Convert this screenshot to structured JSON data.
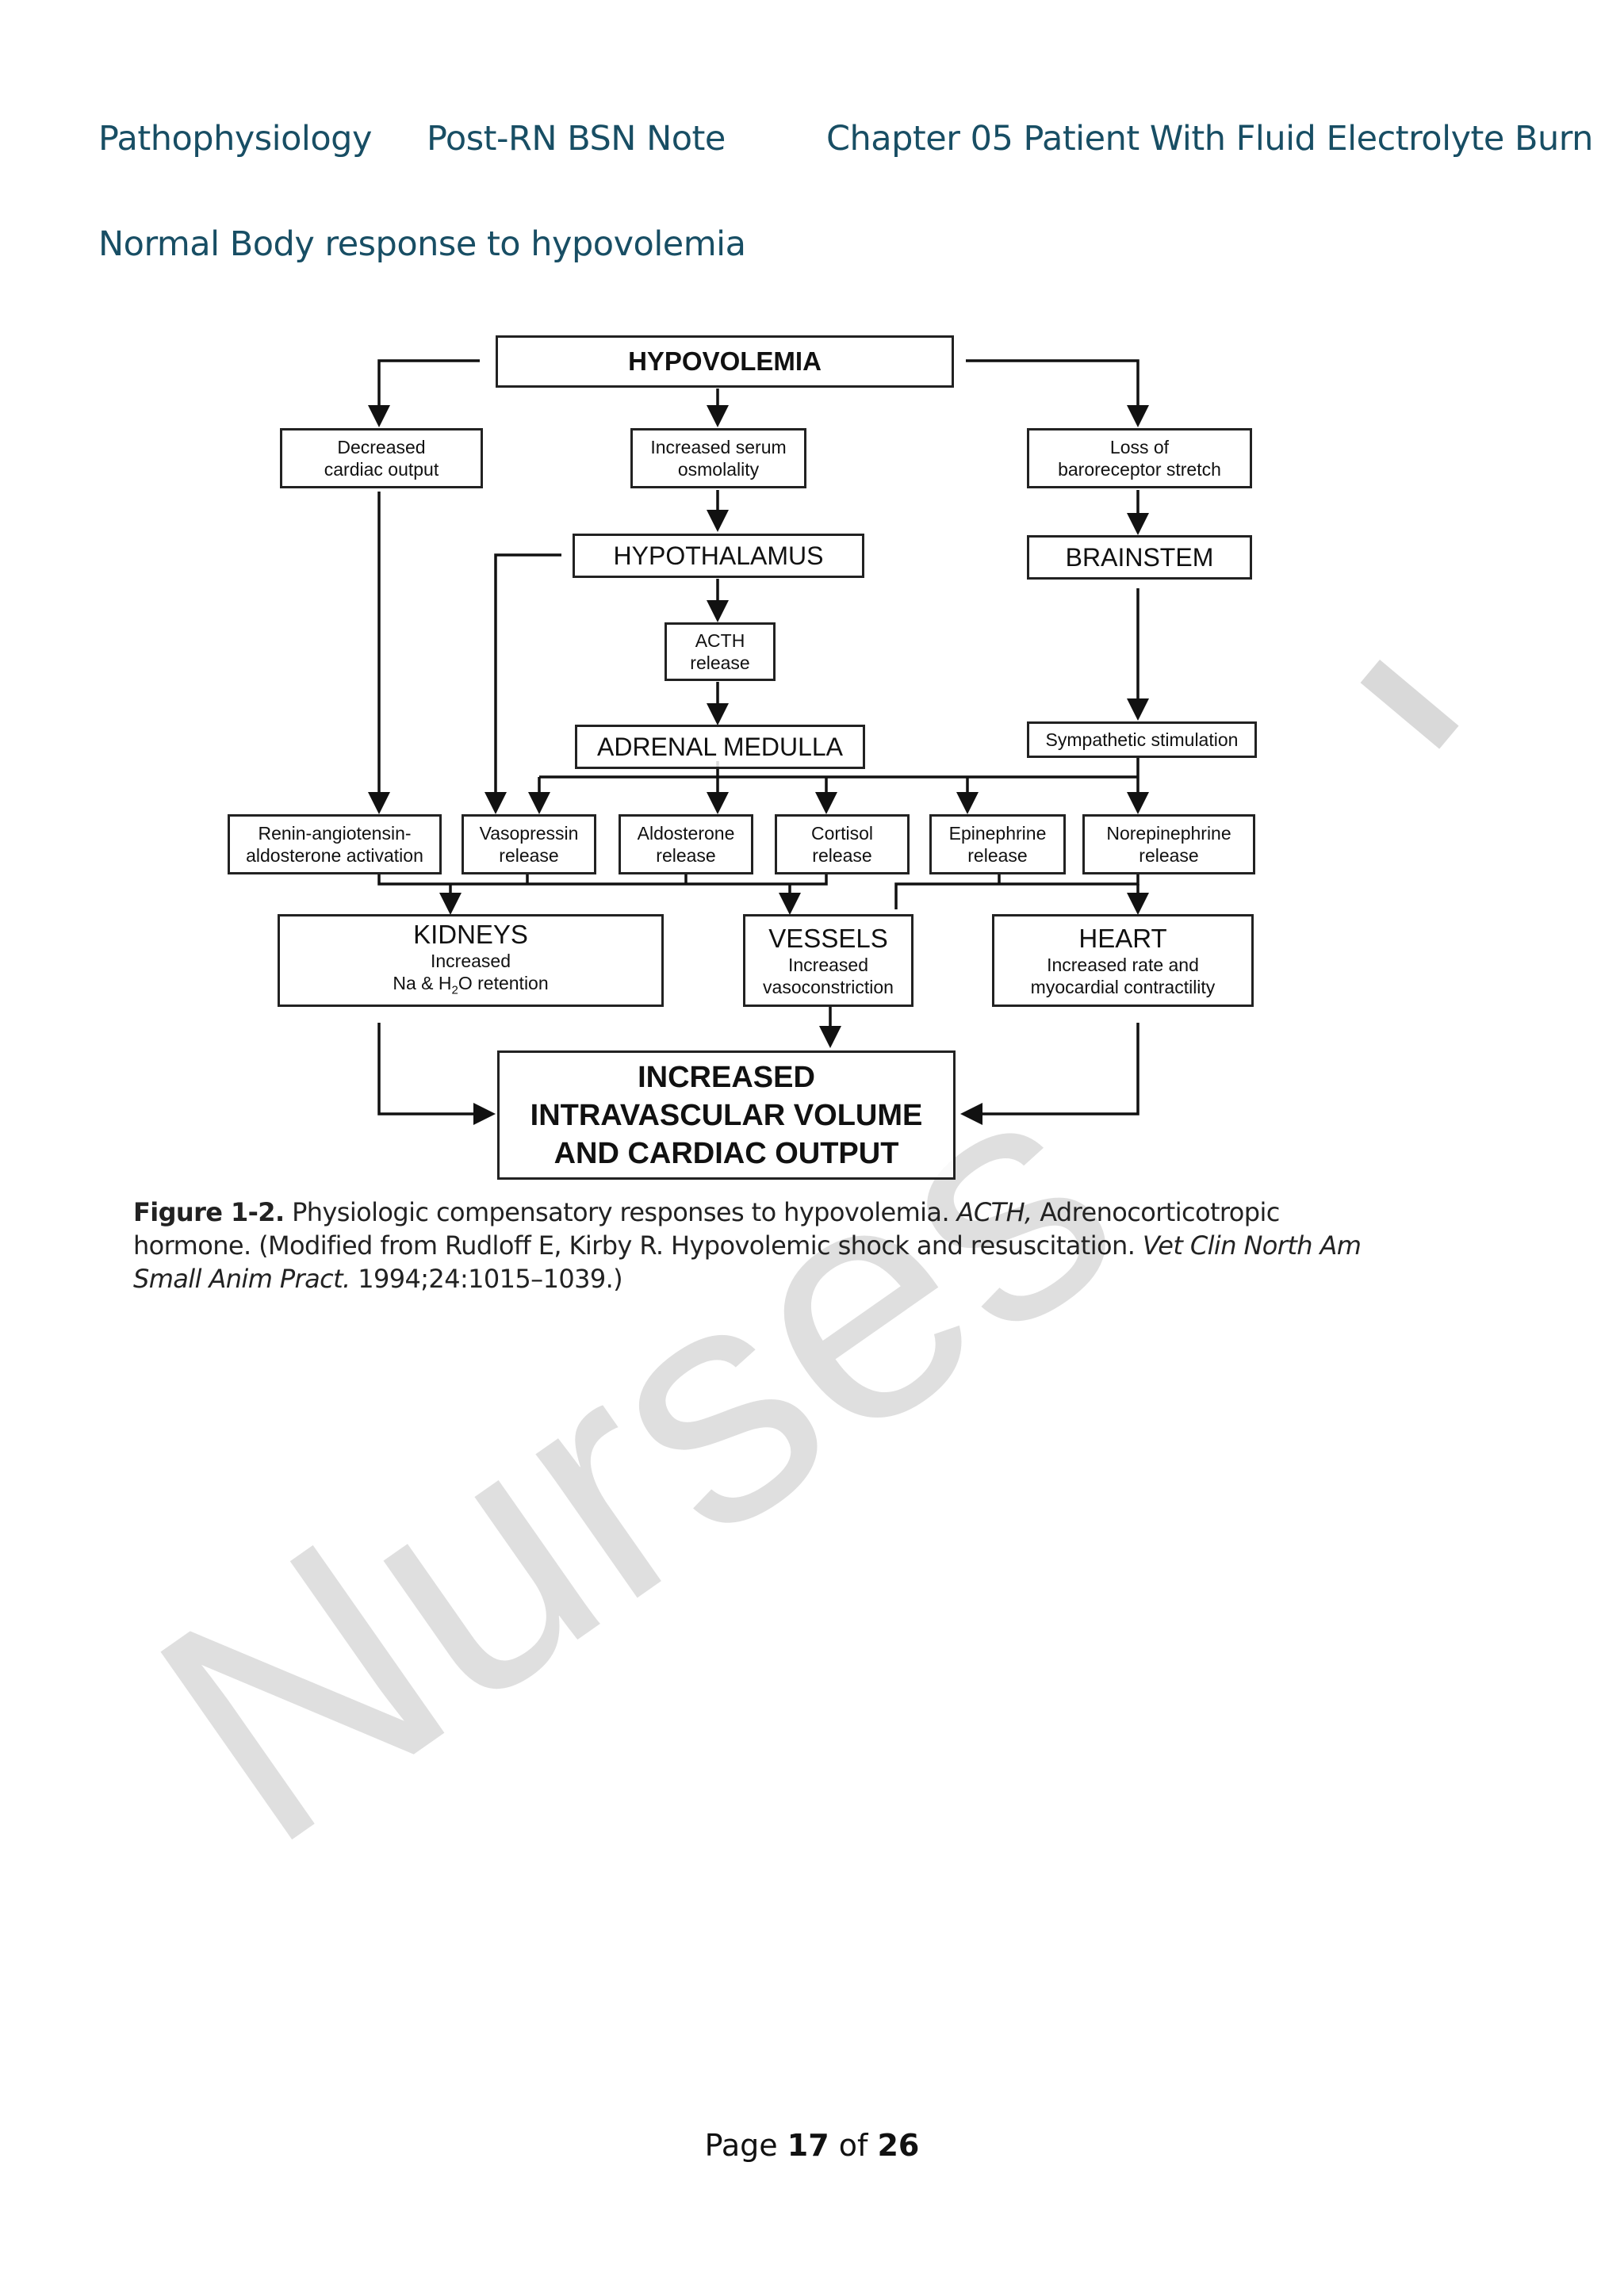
{
  "header": {
    "course": "Pathophysiology",
    "note": "Post-RN BSN Note",
    "chapter": "Chapter 05 Patient With Fluid Electrolyte Burn"
  },
  "subtitle": "Normal Body response to hypovolemia",
  "watermark": "Nurses",
  "diagram": {
    "hypovolemia": "HYPOVOLEMIA",
    "decreased_cardiac_output": "Decreased\ncardiac output",
    "increased_serum_osmolality": "Increased serum\nosmolality",
    "loss_baroreceptor": "Loss of\nbaroreceptor stretch",
    "hypothalamus": "HYPOTHALAMUS",
    "brainstem": "BRAINSTEM",
    "acth_release": "ACTH\nrelease",
    "adrenal_medulla": "ADRENAL MEDULLA",
    "sympathetic_stimulation": "Sympathetic stimulation",
    "renin": "Renin-angiotensin-\naldosterone activation",
    "vasopressin": "Vasopressin\nrelease",
    "aldosterone": "Aldosterone\nrelease",
    "cortisol": "Cortisol\nrelease",
    "epinephrine": "Epinephrine\nrelease",
    "norepinephrine": "Norepinephrine\nrelease",
    "kidneys_title": "KIDNEYS",
    "kidneys_line1": "Increased",
    "kidneys_line2_a": "Na & H",
    "kidneys_line2_sub": "2",
    "kidneys_line2_b": "O retention",
    "vessels_title": "VESSELS",
    "vessels_desc": "Increased\nvasoconstriction",
    "heart_title": "HEART",
    "heart_desc": "Increased rate and\nmyocardial contractility",
    "outcome": "INCREASED\nINTRAVASCULAR VOLUME\nAND CARDIAC OUTPUT"
  },
  "caption": {
    "label": "Figure 1-2.",
    "text1": " Physiologic compensatory responses to hypovolemia. ",
    "acth_italic": "ACTH,",
    "text2": " Adrenocorticotropic hormone. (Modified from Rudloff E, Kirby R. Hypovolemic shock and resuscitation. ",
    "journal_italic": "Vet Clin North Am Small Anim Pract.",
    "text3": " 1994;24:1015–1039.)"
  },
  "footer": {
    "prefix": "Page ",
    "current": "17",
    "mid": " of ",
    "total": "26"
  }
}
